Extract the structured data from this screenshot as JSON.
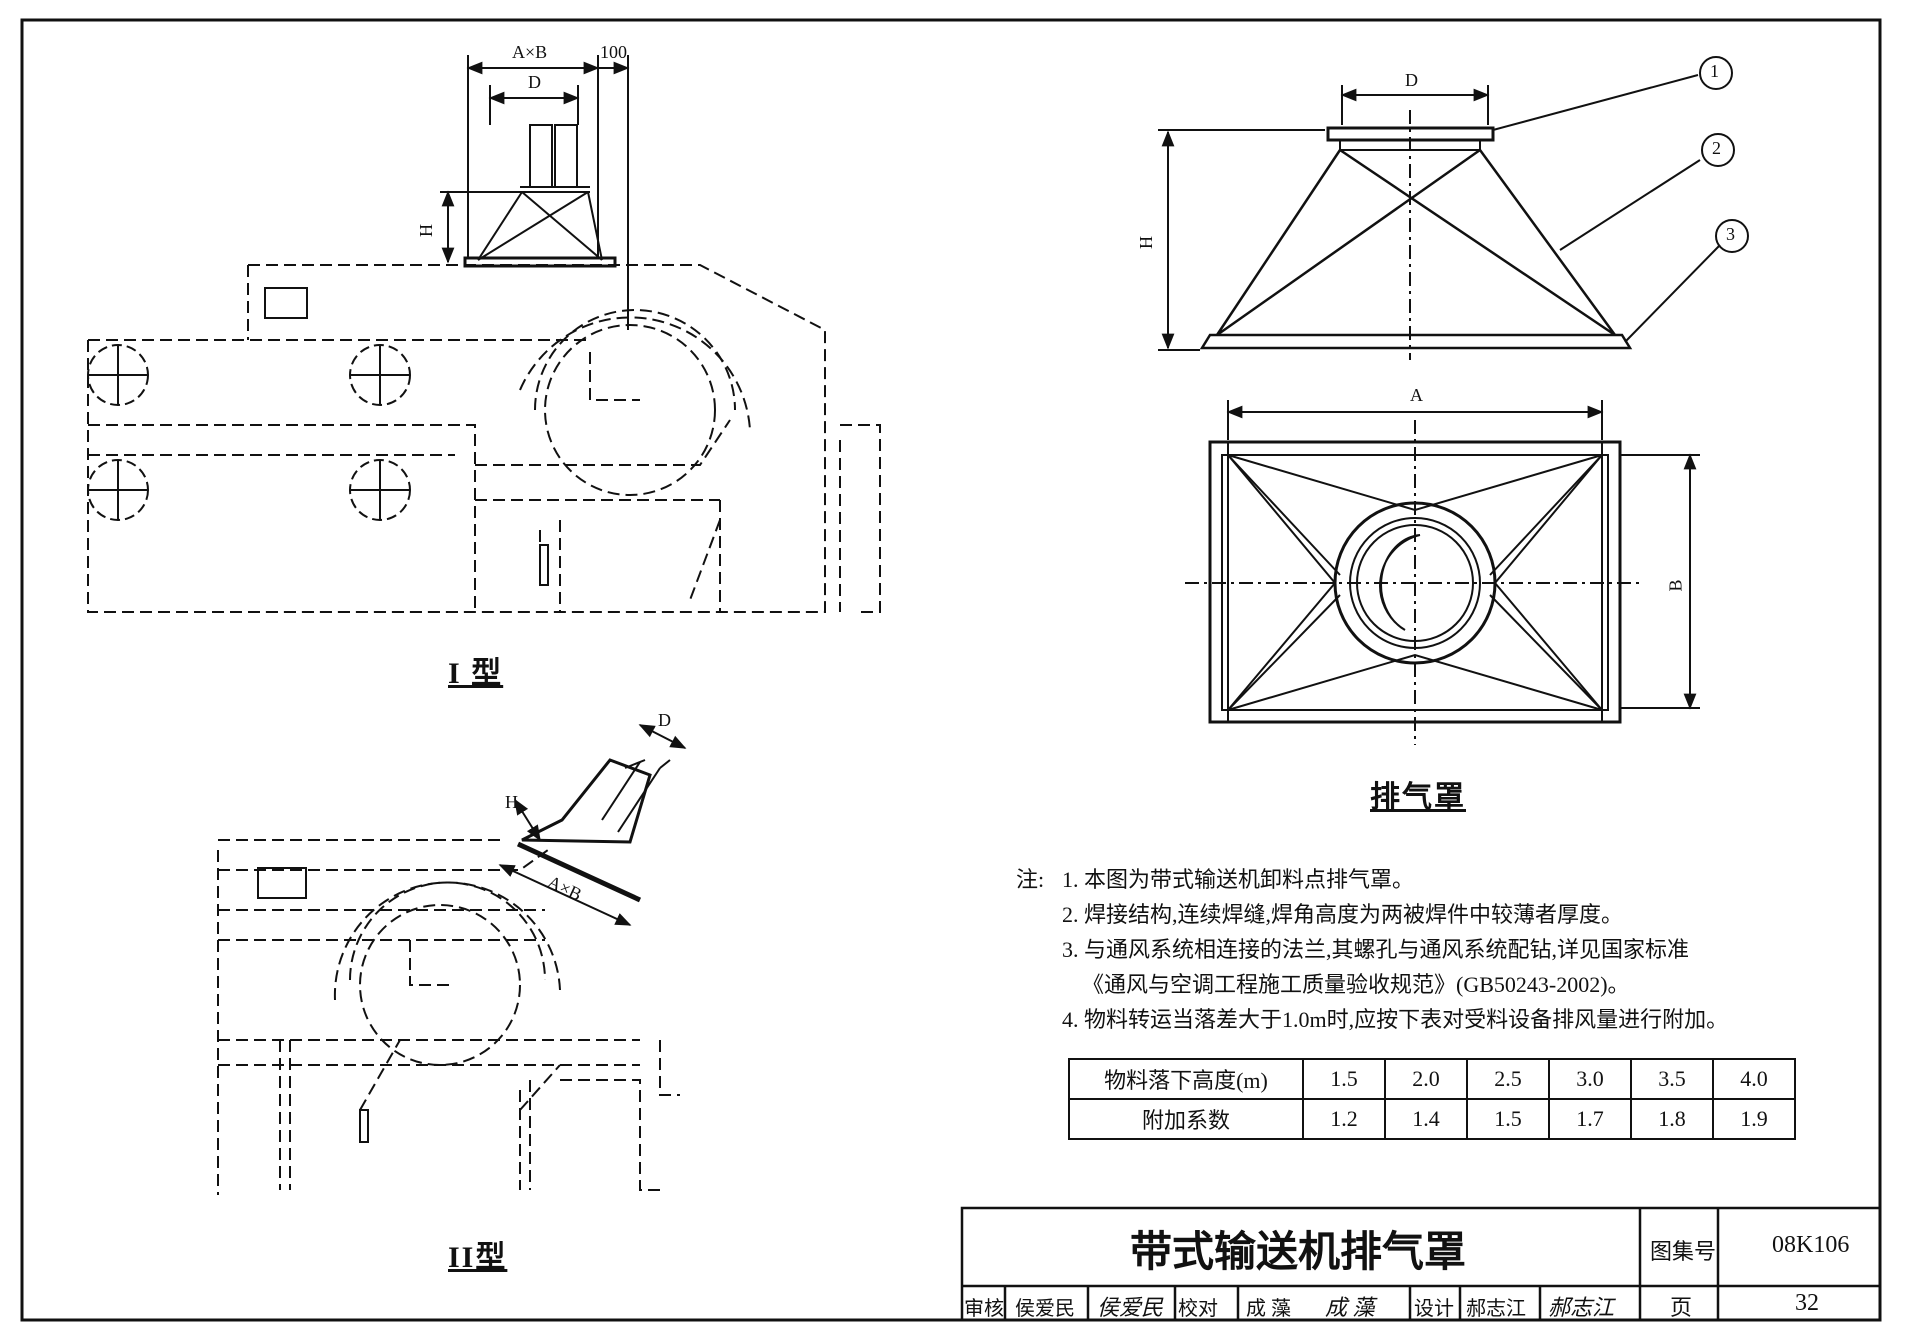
{
  "drawing": {
    "title": "带式输送机排气罩",
    "atlas_no_label": "图集号",
    "atlas_no": "08K106",
    "page_label": "页",
    "page_no": "32"
  },
  "views": {
    "type1_caption": "I 型",
    "type2_caption": "II型",
    "hood_caption": "排气罩"
  },
  "dims": {
    "axb": "A×B",
    "gap_100": "100",
    "d": "D",
    "h": "H",
    "a": "A",
    "b": "B"
  },
  "callouts": [
    "1",
    "2",
    "3"
  ],
  "notes": {
    "prefix": "注:",
    "items": [
      "1. 本图为带式输送机卸料点排气罩。",
      "2. 焊接结构,连续焊缝,焊角高度为两被焊件中较薄者厚度。",
      "3. 与通风系统相连接的法兰,其螺孔与通风系统配钻,详见国家标准",
      "《通风与空调工程施工质量验收规范》(GB50243-2002)。",
      "4. 物料转运当落差大于1.0m时,应按下表对受料设备排风量进行附加。"
    ]
  },
  "table": {
    "row1_label": "物料落下高度(m)",
    "heights": [
      "1.5",
      "2.0",
      "2.5",
      "3.0",
      "3.5",
      "4.0"
    ],
    "row2_label": "附加系数",
    "coefficients": [
      "1.2",
      "1.4",
      "1.5",
      "1.7",
      "1.8",
      "1.9"
    ]
  },
  "title_block": {
    "review_label": "审核",
    "reviewer": "侯爱民",
    "check_label": "校对",
    "checker": "成 藻",
    "design_label": "设计",
    "designer": "郝志江"
  }
}
